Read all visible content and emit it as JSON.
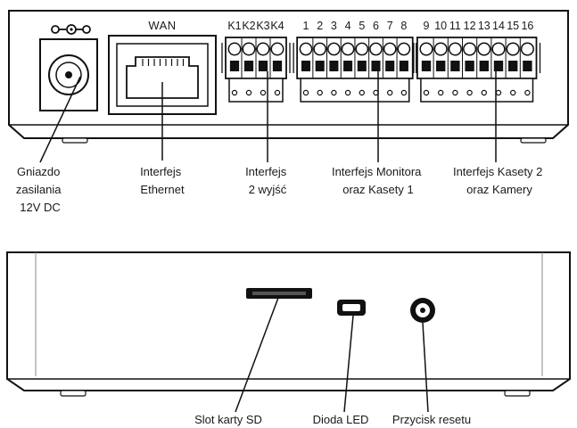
{
  "top_view": {
    "power_symbol_label": "",
    "wan_label": "WAN",
    "relay_labels": [
      "K1",
      "K2",
      "K3",
      "K4"
    ],
    "monitor_port_labels": [
      "1",
      "2",
      "3",
      "4",
      "5",
      "6",
      "7",
      "8"
    ],
    "camera_port_labels": [
      "9",
      "10",
      "11",
      "12",
      "13",
      "14",
      "15",
      "16"
    ]
  },
  "callouts_top": [
    {
      "lines": [
        "Gniazdo",
        "zasilania",
        "12V DC"
      ]
    },
    {
      "lines": [
        "Interfejs",
        "Ethernet"
      ]
    },
    {
      "lines": [
        "Interfejs",
        "2 wyjść"
      ]
    },
    {
      "lines": [
        "Interfejs Monitora",
        "oraz Kasety 1"
      ]
    },
    {
      "lines": [
        "Interfejs Kasety 2",
        "oraz Kamery"
      ]
    }
  ],
  "callouts_bottom": [
    {
      "lines": [
        "Slot karty SD"
      ]
    },
    {
      "lines": [
        "Dioda LED"
      ]
    },
    {
      "lines": [
        "Przycisk resetu"
      ]
    }
  ]
}
